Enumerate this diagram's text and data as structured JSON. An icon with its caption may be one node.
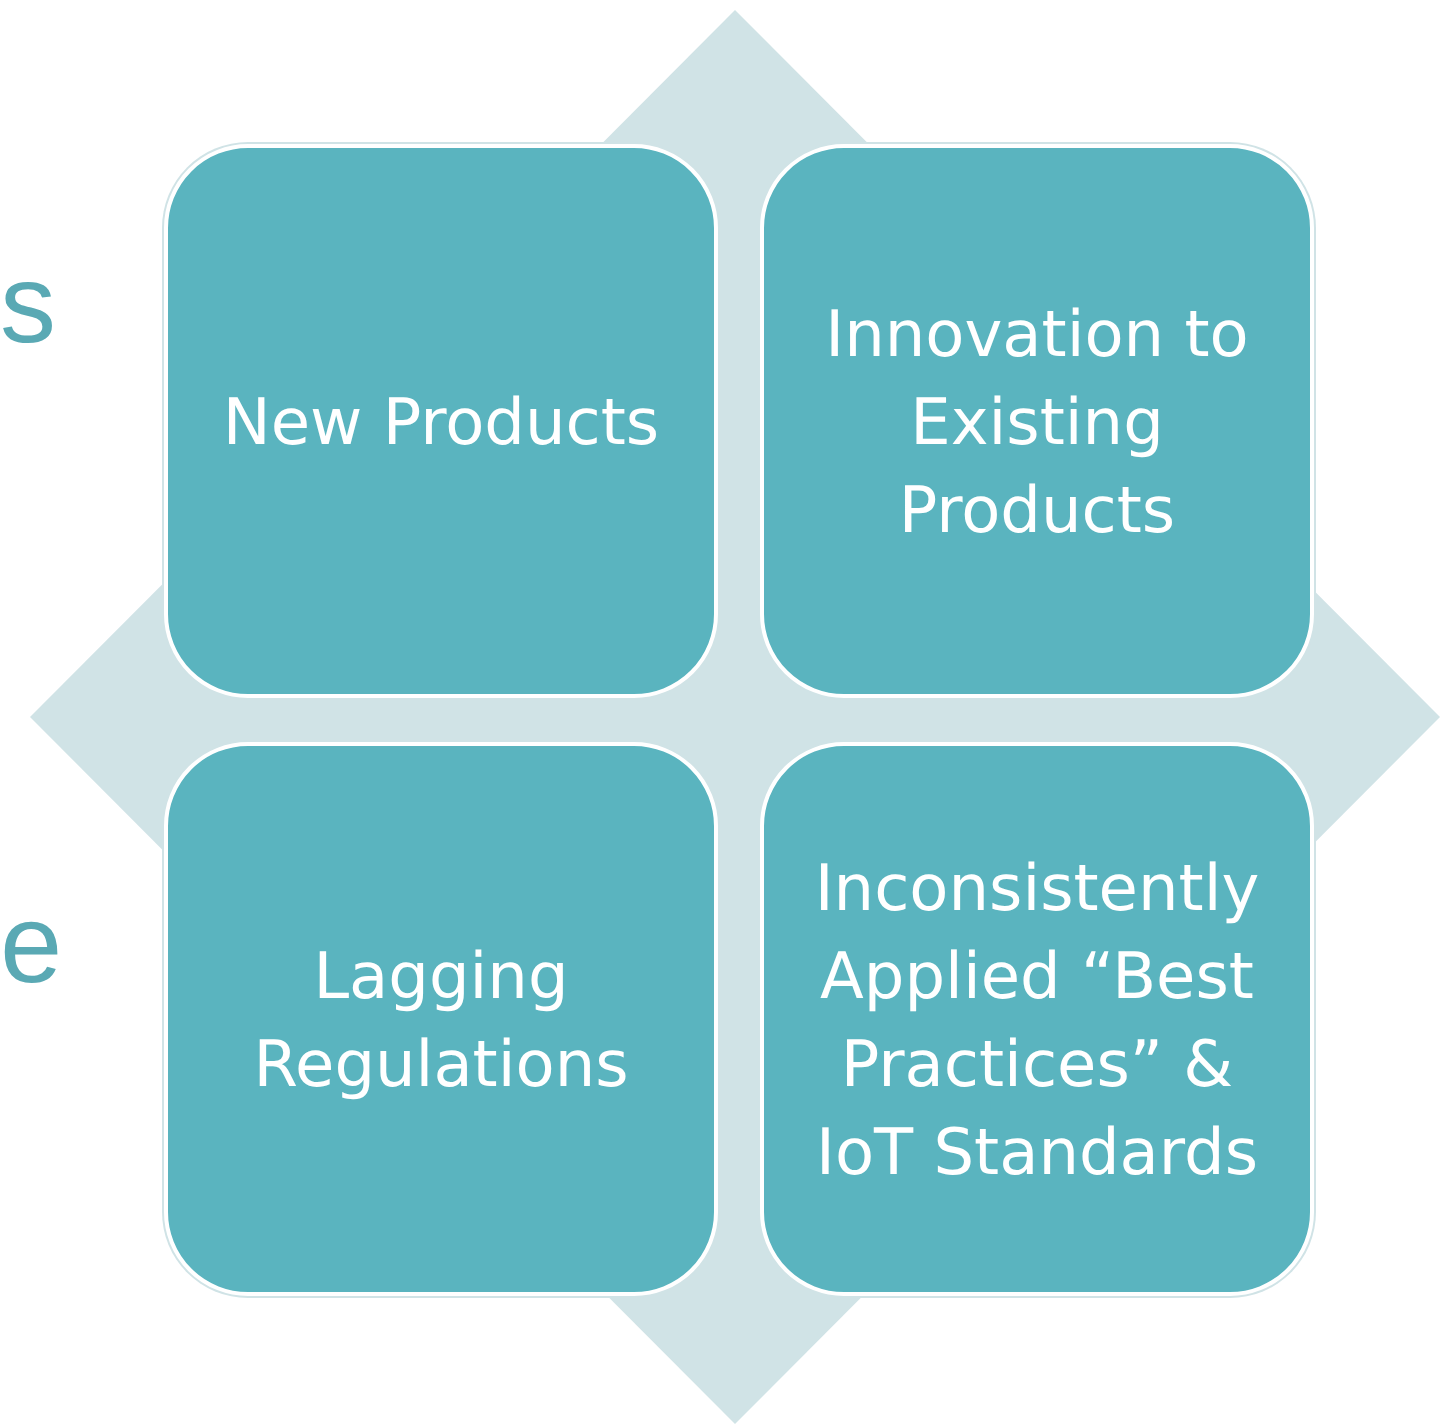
{
  "diagram": {
    "nodes": [
      {
        "text": [],
        "shape": "diamond"
      },
      {
        "text": [
          "New Products"
        ],
        "in": 0
      },
      {
        "text": [
          "Innovation to Existing Products"
        ],
        "in": 0
      },
      {
        "text": [
          "Lagging Regulations"
        ],
        "in": 0
      },
      {
        "text": [
          "Inconsistently Applied “Best Practices” & IoT Standards"
        ],
        "in": 0
      }
    ],
    "edges": [],
    "labels": [
      "s",
      "e"
    ]
  }
}
